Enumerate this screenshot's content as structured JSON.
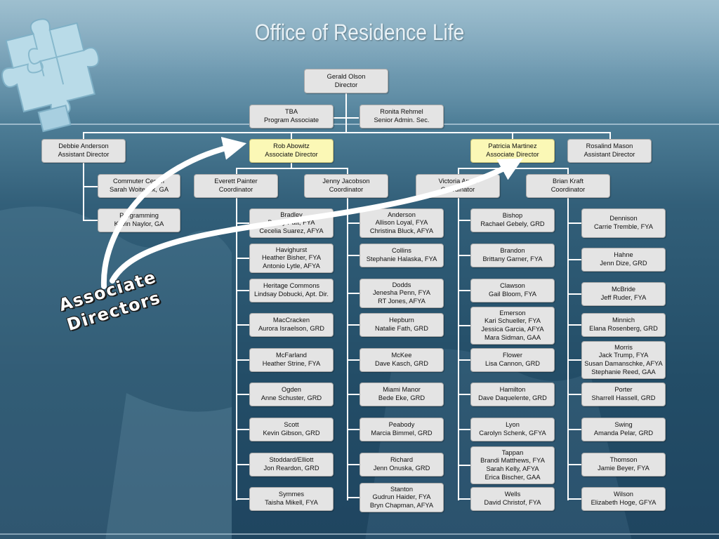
{
  "title": "Office of Residence Life",
  "callout": {
    "line1": "Associate",
    "line2": "Directors"
  },
  "colors": {
    "box_fill": "#e4e4e4",
    "highlight_fill": "#fbf8b6",
    "connector": "#ffffff",
    "background": "#2a5570"
  },
  "director": {
    "lines": [
      "Gerald Olson",
      "Director"
    ]
  },
  "staff": [
    {
      "lines": [
        "TBA",
        "Program Associate"
      ]
    },
    {
      "lines": [
        "Ronita Rehmel",
        "Senior Admin. Sec."
      ]
    }
  ],
  "directors_row": [
    {
      "lines": [
        "Debbie Anderson",
        "Assistant Director"
      ]
    },
    {
      "lines": [
        "Rob Abowitz",
        "Associate Director"
      ]
    },
    {
      "lines": [
        "Patricia Martinez",
        "Associate Director"
      ]
    },
    {
      "lines": [
        "Rosalind Mason",
        "Assistant Director"
      ]
    }
  ],
  "debbie_reports": [
    {
      "lines": [
        "Commuter Center",
        "Sarah Woitesek, GA"
      ]
    },
    {
      "lines": [
        "Programming",
        "Kevin Naylor, GA"
      ]
    }
  ],
  "coordinators": [
    {
      "lines": [
        "Everett Painter",
        "Coordinator"
      ]
    },
    {
      "lines": [
        "Jenny Jacobson",
        "Coordinator"
      ]
    },
    {
      "lines": [
        "Victoria Arndt",
        "Coordinator"
      ]
    },
    {
      "lines": [
        "Brian Kraft",
        "Coordinator"
      ]
    }
  ],
  "halls_col1": [
    {
      "lines": [
        "Bradley",
        "Becky Patt, FYA",
        "Cecelia Suarez, AFYA"
      ]
    },
    {
      "lines": [
        "Havighurst",
        "Heather Bisher, FYA",
        "Antonio Lytle, AFYA"
      ]
    },
    {
      "lines": [
        "Heritage Commons",
        "Lindsay Dobucki, Apt. Dir."
      ]
    },
    {
      "lines": [
        "MacCracken",
        "Aurora Israelson, GRD"
      ]
    },
    {
      "lines": [
        "McFarland",
        "Heather Strine, FYA"
      ]
    },
    {
      "lines": [
        "Ogden",
        "Anne Schuster, GRD"
      ]
    },
    {
      "lines": [
        "Scott",
        "Kevin Gibson, GRD"
      ]
    },
    {
      "lines": [
        "Stoddard/Elliott",
        "Jon Reardon, GRD"
      ]
    },
    {
      "lines": [
        "Symmes",
        "Taisha Mikell, FYA"
      ]
    }
  ],
  "halls_col2": [
    {
      "lines": [
        "Anderson",
        "Allison Loyal, FYA",
        "Christina Bluck, AFYA"
      ]
    },
    {
      "lines": [
        "Collins",
        "Stephanie Halaska, FYA"
      ]
    },
    {
      "lines": [
        "Dodds",
        "Jenesha Penn, FYA",
        "RT Jones, AFYA"
      ]
    },
    {
      "lines": [
        "Hepburn",
        "Natalie Fath, GRD"
      ]
    },
    {
      "lines": [
        "McKee",
        "Dave Kasch, GRD"
      ]
    },
    {
      "lines": [
        "Miami Manor",
        "Bede Eke, GRD"
      ]
    },
    {
      "lines": [
        "Peabody",
        "Marcia Bimmel, GRD"
      ]
    },
    {
      "lines": [
        "Richard",
        "Jenn Onuska, GRD"
      ]
    },
    {
      "lines": [
        "Stanton",
        "Gudrun Haider, FYA",
        "Bryn Chapman, AFYA"
      ]
    }
  ],
  "halls_col3": [
    {
      "lines": [
        "Bishop",
        "Rachael Gebely, GRD"
      ]
    },
    {
      "lines": [
        "Brandon",
        "Brittany Garner, FYA"
      ]
    },
    {
      "lines": [
        "Clawson",
        "Gail Bloom, FYA"
      ]
    },
    {
      "lines": [
        "Emerson",
        "Kari Schueller, FYA",
        "Jessica Garcia, AFYA",
        "Mara Sidman, GAA"
      ]
    },
    {
      "lines": [
        "Flower",
        "Lisa Cannon, GRD"
      ]
    },
    {
      "lines": [
        "Hamilton",
        "Dave Daquelente, GRD"
      ]
    },
    {
      "lines": [
        "Lyon",
        "Carolyn Schenk, GFYA"
      ]
    },
    {
      "lines": [
        "Tappan",
        "Brandi Matthews, FYA",
        "Sarah Kelly, AFYA",
        "Erica Bischer, GAA"
      ]
    },
    {
      "lines": [
        "Wells",
        "David Christof, FYA"
      ]
    }
  ],
  "halls_col4": [
    {
      "lines": [
        "Dennison",
        "Carrie Tremble, FYA"
      ]
    },
    {
      "lines": [
        "Hahne",
        "Jenn Dize, GRD"
      ]
    },
    {
      "lines": [
        "McBride",
        "Jeff Ruder, FYA"
      ]
    },
    {
      "lines": [
        "Minnich",
        "Elana Rosenberg, GRD"
      ]
    },
    {
      "lines": [
        "Morris",
        "Jack Trump, FYA",
        "Susan Damanschke, AFYA",
        "Stephanie Reed, GAA"
      ]
    },
    {
      "lines": [
        "Porter",
        "Sharrell Hassell, GRD"
      ]
    },
    {
      "lines": [
        "Swing",
        "Amanda Pelar, GRD"
      ]
    },
    {
      "lines": [
        "Thomson",
        "Jamie Beyer, FYA"
      ]
    },
    {
      "lines": [
        "Wilson",
        "Elizabeth Hoge, GFYA"
      ]
    }
  ]
}
